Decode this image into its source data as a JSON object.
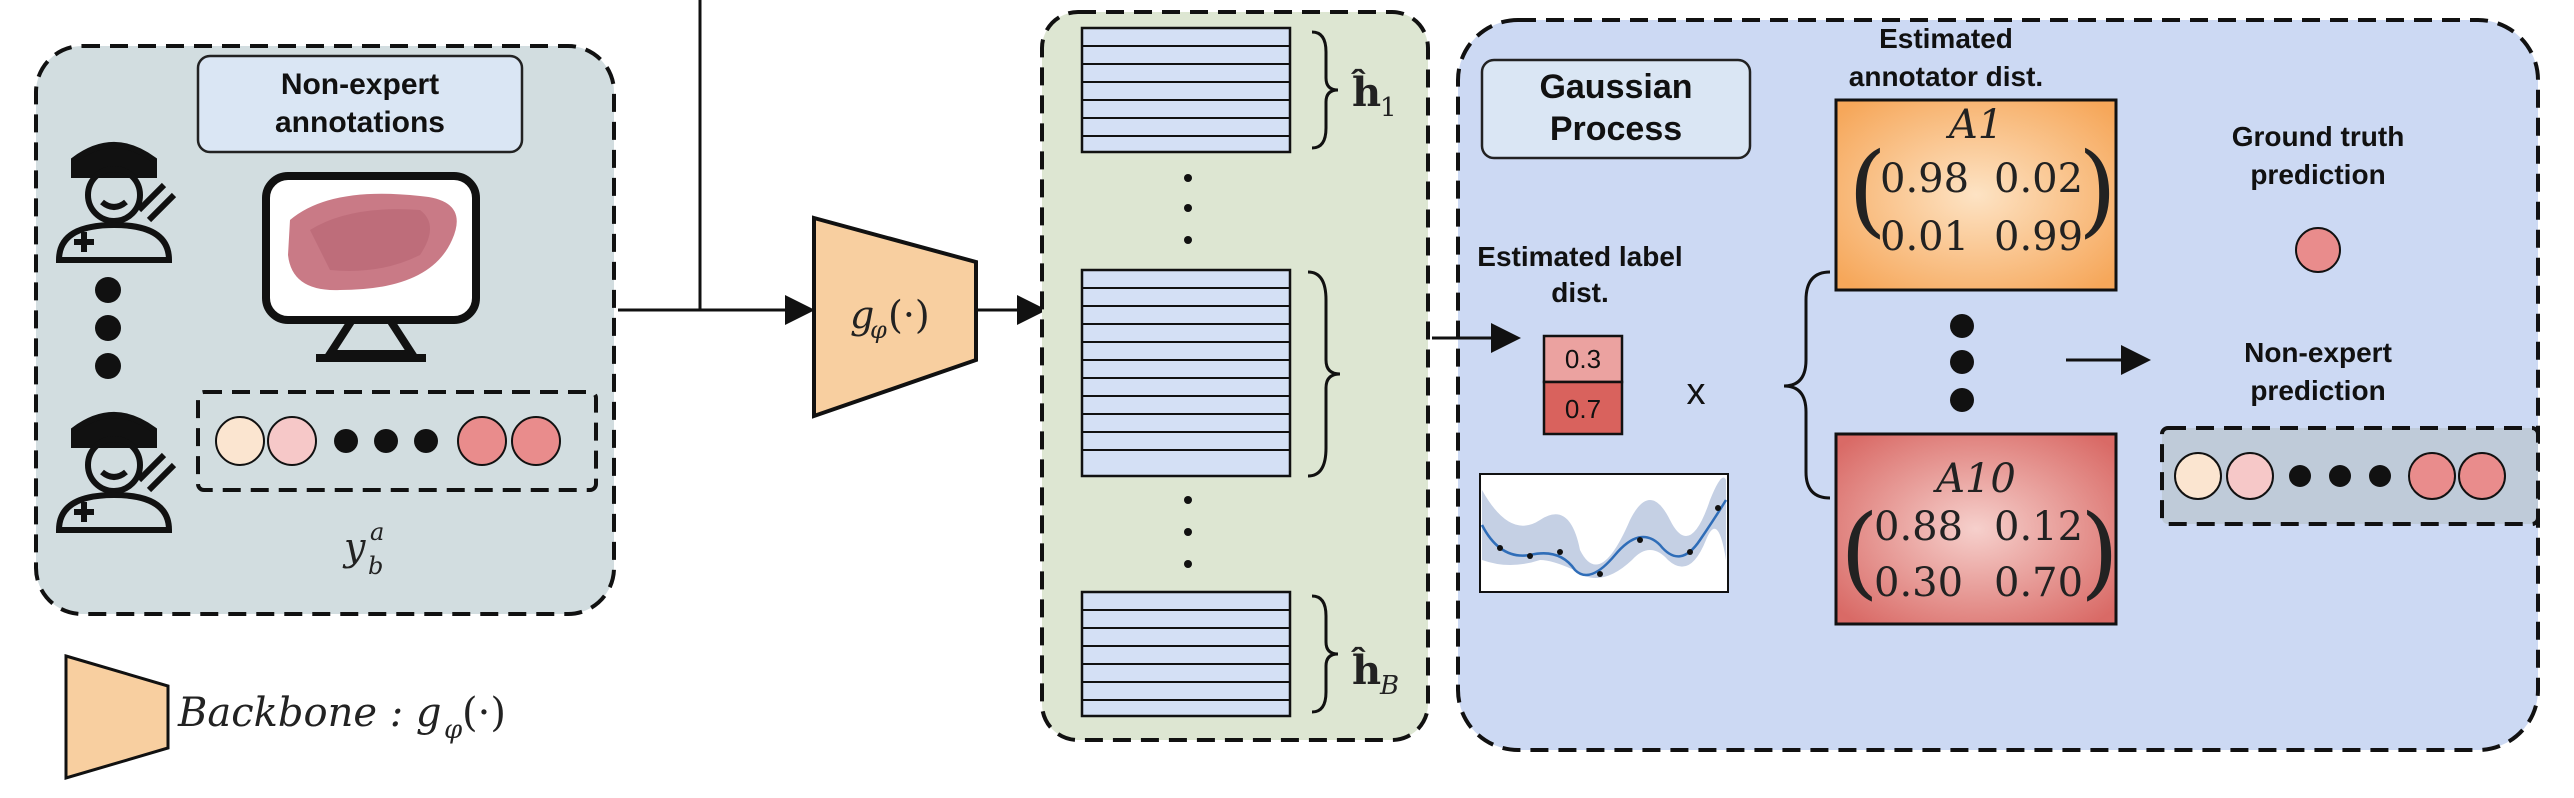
{
  "left_panel": {
    "title_line1": "Non-expert",
    "title_line2": "annotations",
    "annotation_label": "y",
    "annotation_sub": "b",
    "annotation_sup": "a",
    "circle_colors": [
      "#fbe5d0",
      "#f6c8c8",
      "#e98c8c",
      "#e98c8c"
    ],
    "annotator_icon": "annotator-icon",
    "monitor_icon": "monitor-with-tissue-icon"
  },
  "backbone": {
    "symbol": "g",
    "symbol_sub": "φ",
    "symbol_arg": "(·)",
    "legend_text": "Backbone : g",
    "legend_sub": "φ",
    "legend_arg": "(·)",
    "color": "#f8cfa0"
  },
  "embeddings": {
    "first_label": "ĥ",
    "first_sub": "1",
    "last_label": "ĥ",
    "last_sub": "B",
    "block_color": "#d4e0f5",
    "panel_color": "#dde6d2"
  },
  "gp_panel": {
    "title_line1": "Gaussian",
    "title_line2": "Process",
    "label_dist_line1": "Estimated label",
    "label_dist_line2": "dist.",
    "label_values": [
      "0.3",
      "0.7"
    ],
    "multiply": "x",
    "annot_dist_line1": "Estimated",
    "annot_dist_line2": "annotator dist.",
    "matrix_a1": {
      "name": "A1",
      "values": [
        "0.98",
        "0.02",
        "0.01",
        "0.99"
      ]
    },
    "matrix_a10": {
      "name": "A10",
      "values": [
        "0.88",
        "0.12",
        "0.30",
        "0.70"
      ]
    },
    "gt_line1": "Ground truth",
    "gt_line2": "prediction",
    "ne_line1": "Non-expert",
    "ne_line2": "prediction",
    "panel_color": "#ccd9f3"
  }
}
